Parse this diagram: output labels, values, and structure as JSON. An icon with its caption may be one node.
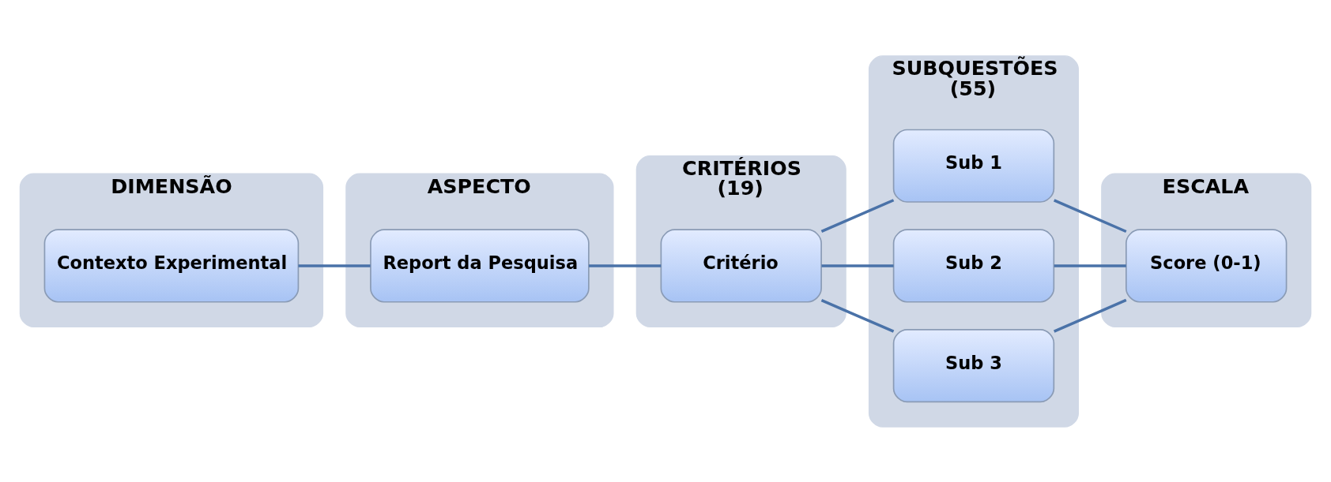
{
  "diagram": {
    "nodes": [
      {
        "text": [
          "DIMENSÃO"
        ]
      },
      {
        "text": [
          "Contexto Experimental"
        ],
        "in": 0
      },
      {
        "text": [
          "ASPECTO"
        ]
      },
      {
        "text": [
          "Report da Pesquisa"
        ],
        "in": 2
      },
      {
        "text": [
          "CRITÉRIOS (19)"
        ]
      },
      {
        "text": [
          "Critério"
        ],
        "in": 4
      },
      {
        "text": [
          "SUBQUESTÕES (55)"
        ]
      },
      {
        "text": [
          "Sub 1"
        ],
        "in": 6
      },
      {
        "text": [
          "Sub 2"
        ],
        "in": 6
      },
      {
        "text": [
          "Sub 3"
        ],
        "in": 6
      },
      {
        "text": [
          "ESCALA"
        ]
      },
      {
        "text": [
          "Score (0-1)"
        ],
        "in": 10
      }
    ],
    "edges": [
      {
        "from": 1,
        "to": 3,
        "arrow": "none"
      },
      {
        "from": 3,
        "to": 5,
        "arrow": "none"
      },
      {
        "from": 5,
        "to": 7,
        "arrow": "none"
      },
      {
        "from": 5,
        "to": 8,
        "arrow": "none"
      },
      {
        "from": 5,
        "to": 9,
        "arrow": "none"
      },
      {
        "from": 7,
        "to": 11,
        "arrow": "none"
      },
      {
        "from": 8,
        "to": 11,
        "arrow": "none"
      },
      {
        "from": 9,
        "to": 11,
        "arrow": "none"
      }
    ]
  }
}
